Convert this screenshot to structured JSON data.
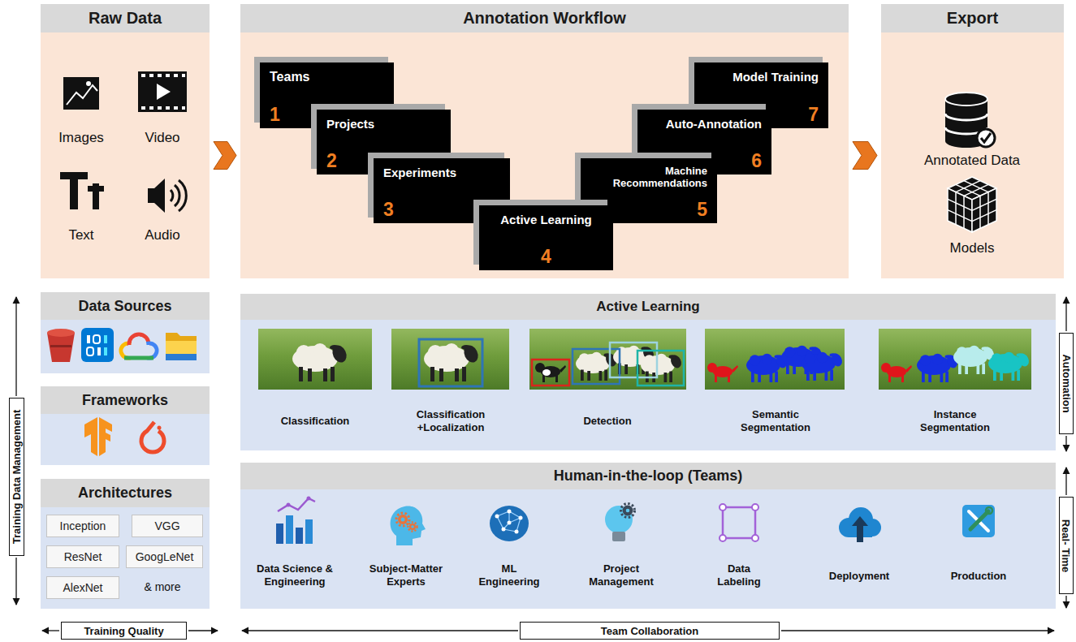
{
  "diagram": {
    "nodes": [
      {
        "text": [
          "Raw Data"
        ]
      },
      {
        "text": [
          "Annotation Workflow"
        ]
      },
      {
        "text": [
          "Teams",
          "1"
        ],
        "in": 1
      },
      {
        "text": [
          "Projects",
          "2"
        ],
        "in": 1
      },
      {
        "text": [
          "Experiments",
          "3"
        ],
        "in": 1
      },
      {
        "text": [
          "Active Learning",
          "4"
        ],
        "in": 1
      },
      {
        "text": [
          "Machine Recommendations",
          "5"
        ],
        "in": 1
      },
      {
        "text": [
          "Auto-Annotation",
          "6"
        ],
        "in": 1
      },
      {
        "text": [
          "Model Training",
          "7"
        ],
        "in": 1
      },
      {
        "text": [
          "Export"
        ]
      },
      {
        "text": [
          "Training Data Management"
        ]
      },
      {
        "text": [
          "Data Sources"
        ]
      },
      {
        "text": [
          "Frameworks"
        ]
      },
      {
        "text": [
          "Architectures"
        ]
      },
      {
        "text": [
          "Inception"
        ],
        "in": 13
      },
      {
        "text": [
          "VGG"
        ],
        "in": 13
      },
      {
        "text": [
          "ResNet"
        ],
        "in": 13
      },
      {
        "text": [
          "GoogLeNet"
        ],
        "in": 13
      },
      {
        "text": [
          "AlexNet"
        ],
        "in": 13
      },
      {
        "text": [
          "Active Learning"
        ]
      },
      {
        "text": [
          "Human-in-the-loop (Teams)"
        ]
      },
      {
        "text": [
          "Automation"
        ]
      },
      {
        "text": [
          "Real- Time"
        ]
      },
      {
        "text": [
          "Training Quality"
        ]
      },
      {
        "text": [
          "Team Collaboration"
        ]
      }
    ],
    "edges": [
      {
        "from": 0,
        "to": 1,
        "arrow": "to"
      },
      {
        "from": 1,
        "to": 9,
        "arrow": "to"
      }
    ],
    "labels": [
      "Images",
      "Video",
      "Text",
      "Audio",
      "Annotated Data",
      "Models",
      "& more",
      "Classification",
      "Classification +Localization",
      "Detection",
      "Semantic Segmentation",
      "Instance Segmentation",
      "Data Science & Engineering",
      "Subject-Matter Experts",
      "ML Engineering",
      "Project Management",
      "Data Labeling",
      "Deployment",
      "Production"
    ]
  }
}
